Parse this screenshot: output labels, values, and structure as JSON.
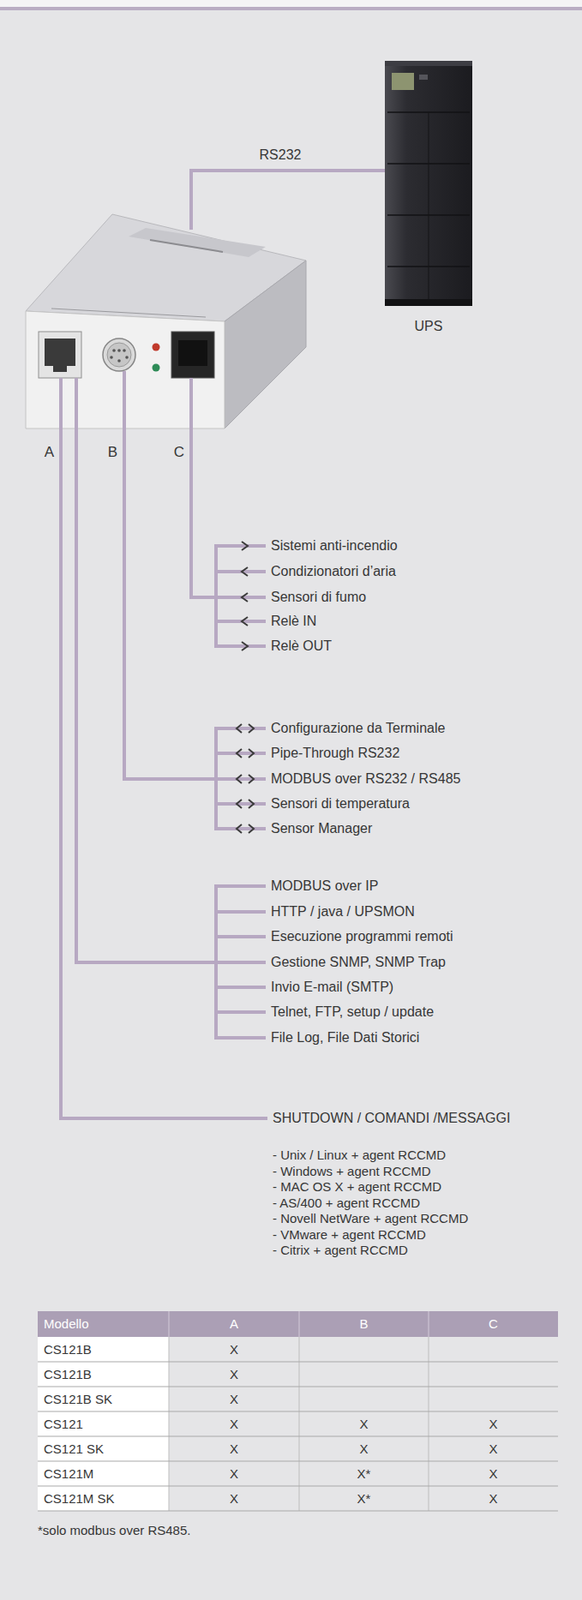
{
  "diagram": {
    "nodes": [
      {
        "text": [
          "UPS"
        ]
      }
    ],
    "edges": [],
    "labels": [
      "RS232",
      "A",
      "B",
      "C",
      "Sistemi anti-incendio",
      "Condizionatori d’aria",
      "Sensori di fumo",
      "Relè IN",
      "Relè OUT",
      "Configurazione da Terminale",
      "Pipe-Through RS232",
      "MODBUS over RS232 / RS485",
      "Sensori di temperatura",
      "Sensor Manager",
      "MODBUS over IP",
      "HTTP / java / UPSMON",
      "Esecuzione programmi remoti",
      "Gestione SNMP, SNMP Trap",
      "Invio E-mail (SMTP)",
      "Telnet, FTP, setup / update",
      "File Log, File Dati Storici",
      "SHUTDOWN / COMANDI /MESSAGGI",
      "- Unix / Linux + agent RCCMD",
      "- Windows + agent RCCMD",
      "- MAC OS X + agent RCCMD",
      "- AS/400 + agent RCCMD",
      "- Novell NetWare + agent RCCMD",
      "- VMware + agent RCCMD",
      "- Citrix + agent RCCMD",
      "Modello",
      "A",
      "B",
      "C",
      "CS121B",
      "X",
      "CS121B",
      "X",
      "CS121B SK",
      "X",
      "CS121",
      "X",
      "X",
      "X",
      "CS121 SK",
      "X",
      "X",
      "X",
      "CS121M",
      "X",
      "X*",
      "X",
      "CS121M SK",
      "X",
      "X*",
      "X",
      "*solo modbus over RS485."
    ]
  }
}
